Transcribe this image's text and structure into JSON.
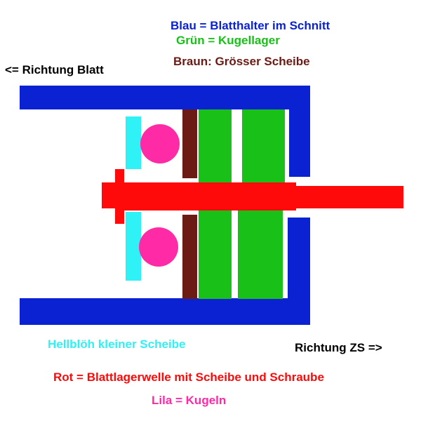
{
  "labels": {
    "blau": "Blau = Blatthalter im Schnitt",
    "gruen": "Grün = Kugellager",
    "braun": "Braun: Grösser Scheibe",
    "richtung_blatt": "<= Richtung Blatt",
    "hellbloeh": "Hellblöh kleiner Scheibe",
    "richtung_zs": "Richtung ZS =>",
    "rot": "Rot = Blattlagerwelle mit Scheibe und Schraube",
    "lila": "Lila = Kugeln"
  },
  "colors": {
    "blue": "#0a22d2",
    "green": "#18c018",
    "brown": "#6b1a14",
    "cyan": "#2ef2f6",
    "red": "#ff0a0a",
    "magenta": "#ff2aa6",
    "black": "#000000"
  }
}
